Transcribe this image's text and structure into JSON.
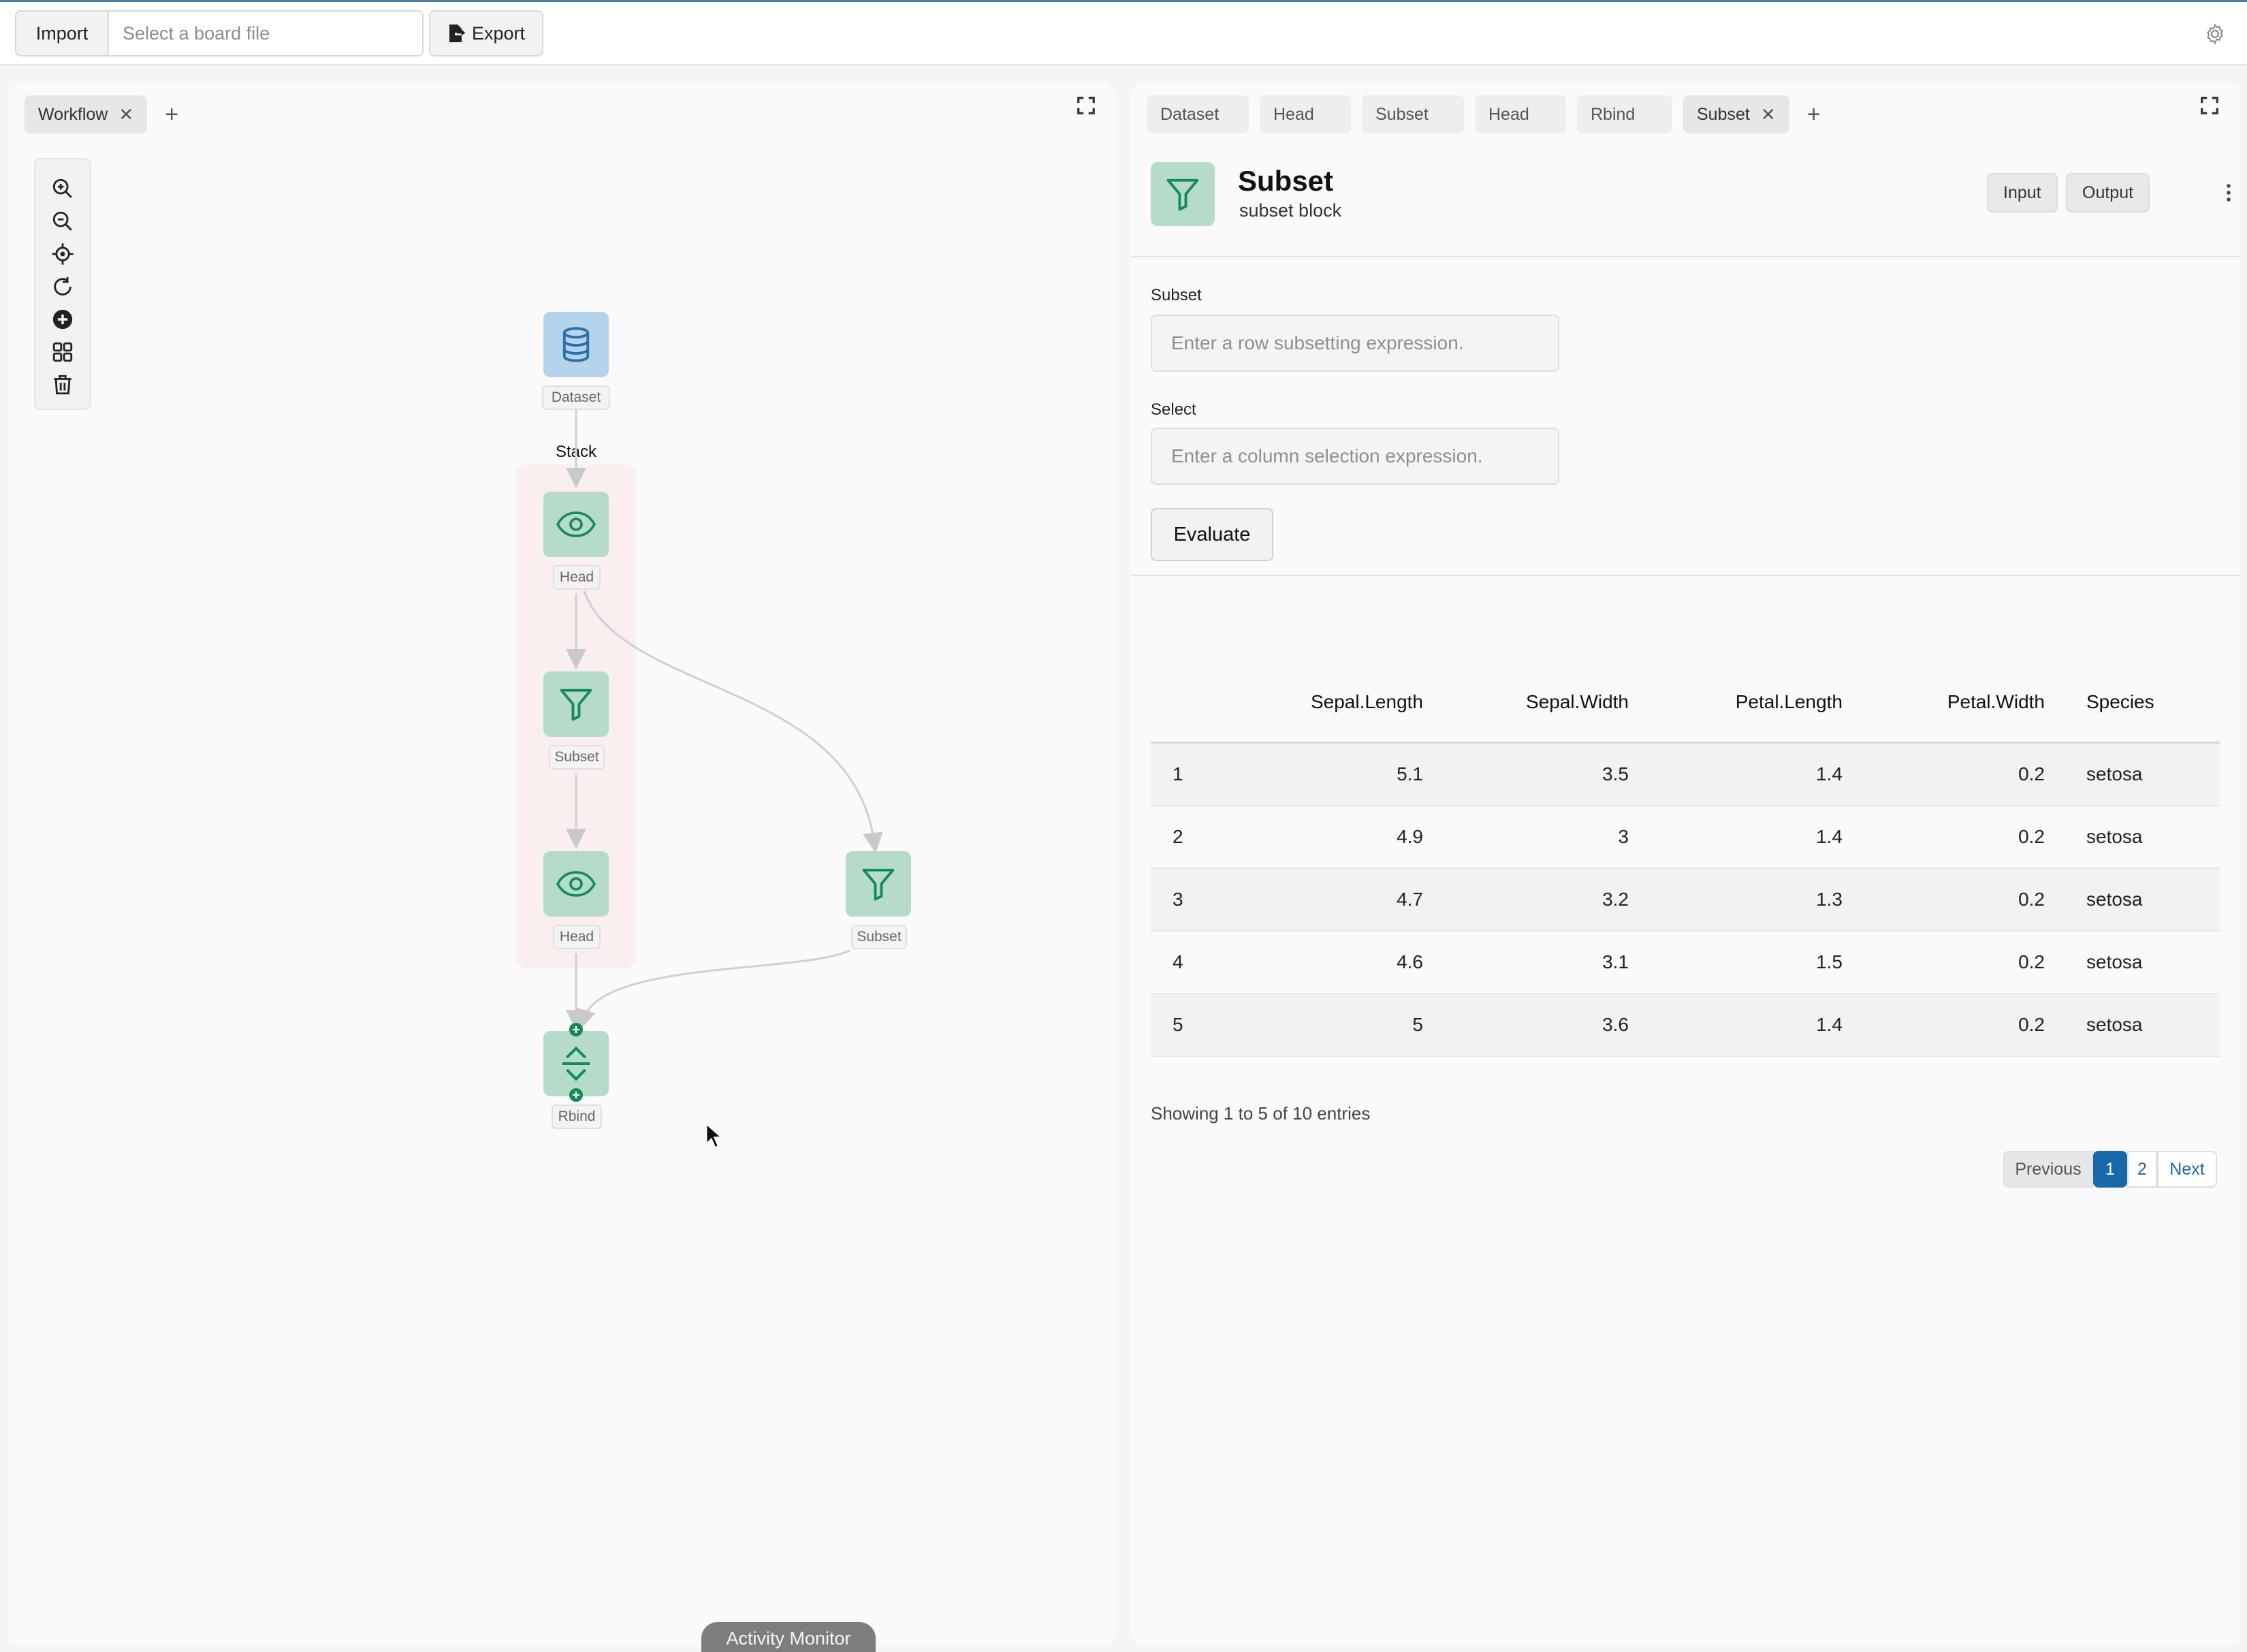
{
  "topbar": {
    "import_label": "Import",
    "board_placeholder": "Select a board file",
    "export_label": "Export"
  },
  "left": {
    "tabs": [
      {
        "label": "Workflow"
      }
    ],
    "stack_label": "Stack",
    "nodes": {
      "dataset": "Dataset",
      "head1": "Head",
      "subset1": "Subset",
      "head2": "Head",
      "subset2": "Subset",
      "rbind": "Rbind"
    },
    "activity_monitor": "Activity Monitor"
  },
  "right": {
    "tabs": [
      {
        "label": "Dataset"
      },
      {
        "label": "Head"
      },
      {
        "label": "Subset"
      },
      {
        "label": "Head"
      },
      {
        "label": "Rbind"
      },
      {
        "label": "Subset"
      }
    ],
    "block": {
      "title": "Subset",
      "subtitle": "subset block",
      "input_label": "Input",
      "output_label": "Output"
    },
    "form": {
      "subset_label": "Subset",
      "subset_placeholder": "Enter a row subsetting expression.",
      "select_label": "Select",
      "select_placeholder": "Enter a column selection expression.",
      "evaluate_label": "Evaluate"
    },
    "table": {
      "columns": [
        "",
        "Sepal.Length",
        "Sepal.Width",
        "Petal.Length",
        "Petal.Width",
        "Species"
      ],
      "rows": [
        [
          "1",
          "5.1",
          "3.5",
          "1.4",
          "0.2",
          "setosa"
        ],
        [
          "2",
          "4.9",
          "3",
          "1.4",
          "0.2",
          "setosa"
        ],
        [
          "3",
          "4.7",
          "3.2",
          "1.3",
          "0.2",
          "setosa"
        ],
        [
          "4",
          "4.6",
          "3.1",
          "1.5",
          "0.2",
          "setosa"
        ],
        [
          "5",
          "5",
          "3.6",
          "1.4",
          "0.2",
          "setosa"
        ]
      ]
    },
    "info": "Showing 1 to 5 of 10 entries",
    "pager": {
      "previous": "Previous",
      "page1": "1",
      "page2": "2",
      "next": "Next"
    }
  },
  "colors": {
    "accent": "#1769aa",
    "node_green": "#b6dbc9",
    "node_blue": "#b5d3ea",
    "stack_bg": "#fbeeef",
    "icon_green": "#138a5a"
  }
}
